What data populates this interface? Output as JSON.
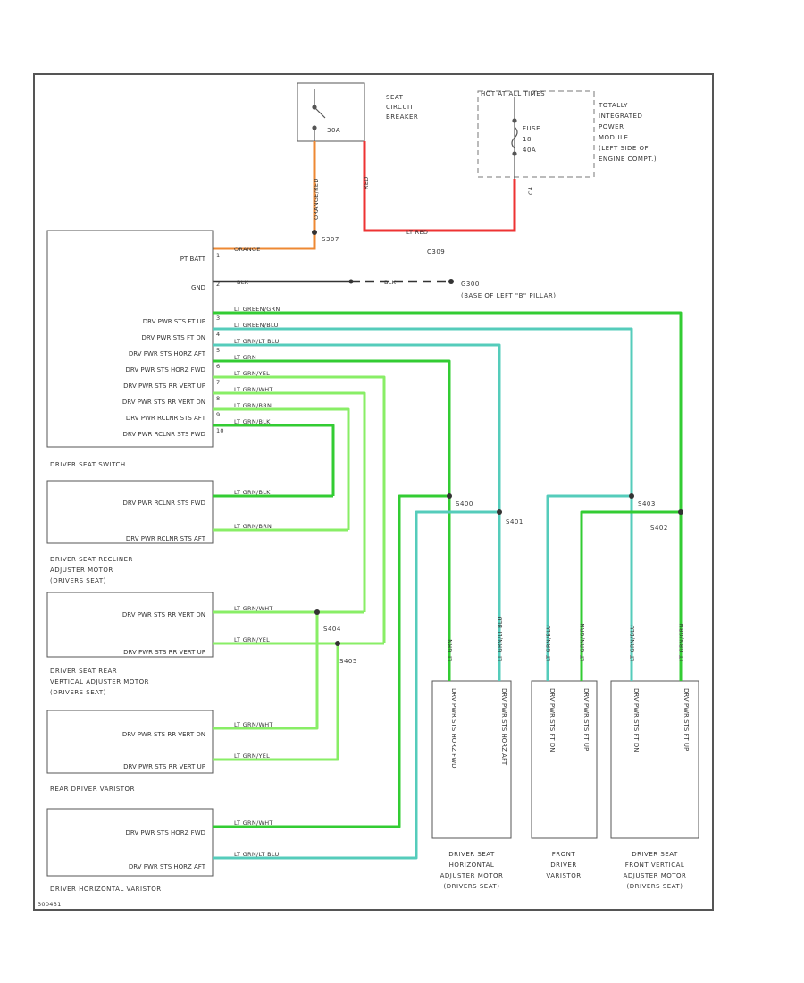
{
  "colors": {
    "green": "#33cc33",
    "light_green": "#88ee66",
    "teal": "#55ccbb",
    "red": "#ee3333",
    "orange": "#ee8833",
    "black": "#333333",
    "frame": "#555555"
  },
  "labels": {
    "seat_cb": [
      "SEAT",
      "CIRCUIT",
      "BREAKER"
    ],
    "cb_rating": "30A",
    "hot_at_all_times": "HOT AT ALL TIMES",
    "tipm": [
      "TOTALLY",
      "INTEGRATED",
      "POWER",
      "MODULE",
      "(LEFT SIDE OF",
      "ENGINE COMPT.)"
    ],
    "fuse": [
      "FUSE",
      "18",
      "40A"
    ],
    "fuse_pin": "C4",
    "splice_s307": "S307",
    "splice_c309": "C309",
    "ground_g300": "G300",
    "ground_note": "(BASE OF LEFT \"B\" PILLAR)",
    "wire_red": "RED",
    "wire_lt_red": "LT RED",
    "wire_orange_red": "ORANGE/RED",
    "wire_orange": "ORANGE",
    "wire_blk1": "BLK",
    "wire_blk2": "BLK",
    "switch_title": "DRIVER SEAT SWITCH",
    "recliner_title": [
      "DRIVER SEAT RECLINER",
      "ADJUSTER MOTOR",
      "(DRIVERS SEAT)"
    ],
    "rear_motor_title": [
      "DRIVER SEAT REAR",
      "VERTICAL ADJUSTER MOTOR",
      "(DRIVERS SEAT)"
    ],
    "rear_varistor_title": "REAR DRIVER VARISTOR",
    "horiz_varistor_title": "DRIVER HORIZONTAL VARISTOR",
    "horiz_motor_title": [
      "DRIVER SEAT",
      "HORIZONTAL",
      "ADJUSTER MOTOR",
      "(DRIVERS SEAT)"
    ],
    "front_varistor_title": [
      "FRONT",
      "DRIVER",
      "VARISTOR"
    ],
    "front_motor_title": [
      "DRIVER SEAT",
      "FRONT VERTICAL",
      "ADJUSTER MOTOR",
      "(DRIVERS SEAT)"
    ],
    "splices": [
      "S400",
      "S401",
      "S402",
      "S403",
      "S404",
      "S405"
    ],
    "figure_id": "300431"
  },
  "switch_pins": [
    "PT BATT",
    "GND",
    "DRV PWR STS FT UP",
    "DRV PWR STS FT DN",
    "DRV PWR STS HORZ AFT",
    "DRV PWR STS HORZ FWD",
    "DRV PWR STS RR VERT UP",
    "DRV PWR STS RR VERT DN",
    "DRV PWR RCLNR STS AFT",
    "DRV PWR RCLNR STS FWD"
  ],
  "switch_pin_nums": [
    "1",
    "2",
    "3",
    "4",
    "5",
    "6",
    "7",
    "8",
    "9",
    "10"
  ],
  "switch_wires": [
    "ORANGE",
    "BLK",
    "LT GREEN/GRN",
    "LT GREEN/BLU",
    "LT GRN/LT BLU",
    "LT GRN",
    "LT GRN/YEL",
    "LT GRN/WHT",
    "LT GRN/BRN",
    "LT GRN/BLK"
  ],
  "recliner_pins": [
    "DRV PWR RCLNR STS FWD",
    "DRV PWR RCLNR STS AFT"
  ],
  "recliner_wires": [
    "LT GRN/BLK",
    "LT GRN/BRN"
  ],
  "rear_motor_pins": [
    "DRV PWR STS RR VERT DN",
    "DRV PWR STS RR VERT UP"
  ],
  "rear_motor_wires": [
    "LT GRN/WHT",
    "LT GRN/YEL"
  ],
  "rear_varistor_pins": [
    "DRV PWR STS RR VERT DN",
    "DRV PWR STS RR VERT UP"
  ],
  "rear_varistor_wires": [
    "LT GRN/WHT",
    "LT GRN/YEL"
  ],
  "horiz_varistor_pins": [
    "DRV PWR STS HORZ FWD",
    "DRV PWR STS HORZ AFT"
  ],
  "horiz_varistor_wires": [
    "LT GRN/WHT",
    "LT GRN/LT BLU"
  ],
  "horiz_motor_pins": [
    "DRV PWR STS HORZ FWD",
    "DRV PWR STS HORZ AFT"
  ],
  "horiz_motor_wires": [
    "LT GRN",
    "LT GRN/LT BLU"
  ],
  "front_varistor_pins": [
    "DRV PWR STS FT DN",
    "DRV PWR STS FT UP"
  ],
  "front_varistor_wires": [
    "LT GRN/BLU",
    "LT GRN/GRN"
  ],
  "front_motor_pins": [
    "DRV PWR STS FT DN",
    "DRV PWR STS FT UP"
  ],
  "front_motor_wires": [
    "LT GRN/BLU",
    "LT GRN/GRN"
  ]
}
